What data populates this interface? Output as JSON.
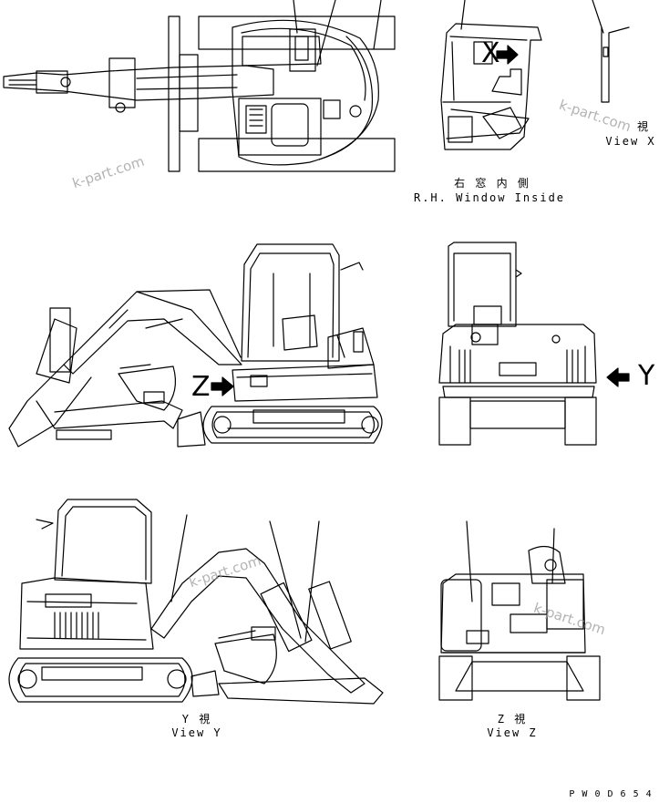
{
  "labels": {
    "window_jp": "右 窓 内 側",
    "window_en": "R.H. Window Inside",
    "view_x_jp": "視",
    "view_x_en": "View X",
    "view_y_jp": "Y  視",
    "view_y_en": "View Y",
    "view_z_jp": "Z  視",
    "view_z_en": "View Z",
    "marker_x": "X",
    "marker_y": "Y",
    "marker_z": "Z",
    "part_code": "P W 0 D 6 5 4"
  },
  "watermarks": {
    "wm_1": "k-part.com",
    "wm_2": "k-part.com",
    "wm_3": "k-part.com",
    "wm_4": "k-part.com"
  }
}
